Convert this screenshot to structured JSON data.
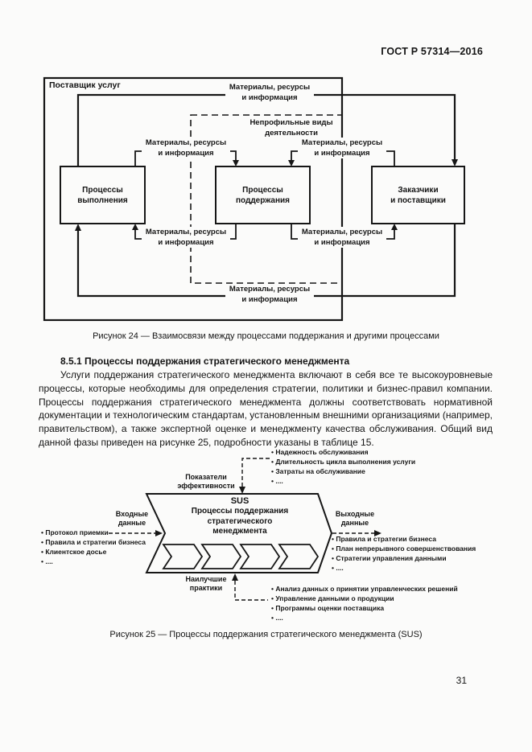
{
  "page": {
    "header": "ГОСТ Р 57314—2016",
    "page_number": "31"
  },
  "figure24": {
    "outer_label": "Поставщик услуг",
    "dashed_label_line1": "Непрофильные виды",
    "dashed_label_line2": "деятельности",
    "flow_label_line1": "Материалы, ресурсы",
    "flow_label_line2": "и информация",
    "box_left_line1": "Процессы",
    "box_left_line2": "выполнения",
    "box_mid_line1": "Процессы",
    "box_mid_line2": "поддержания",
    "box_right_line1": "Заказчики",
    "box_right_line2": "и поставщики",
    "caption": "Рисунок 24 — Взаимосвязи между процессами поддержания и другими процессами"
  },
  "section": {
    "heading": "8.5.1 Процессы поддержания стратегического менеджмента",
    "paragraph": "Услуги поддержания стратегического менеджмента включают в себя все те высокоуровневые процессы, которые необходимы для определения стратегии, политики и бизнес-правил компании. Процессы поддержания стратегического менеджмента должны соответствовать нормативной документации и технологическим стандартам, установленным внешними организациями (например, правительством), а также экспертной оценке и менеджменту качества обслуживания. Общий вид данной фазы приведен на рисунке 25, подробности указаны в таблице 15."
  },
  "figure25": {
    "sus_line1": "SUS",
    "sus_line2": "Процессы поддержания",
    "sus_line3": "стратегического",
    "sus_line4": "менеджмента",
    "label_kpi_line1": "Показатели",
    "label_kpi_line2": "эффективности",
    "label_input_line1": "Входные",
    "label_input_line2": "данные",
    "label_output_line1": "Выходные",
    "label_output_line2": "данные",
    "label_best_line1": "Наилучшие",
    "label_best_line2": "практики",
    "top_bullets": [
      "Надежность обслуживания",
      "Длительность цикла выполнения услуги",
      "Затраты на обслуживание",
      "...."
    ],
    "left_bullets": [
      "Протокол приемки",
      "Правила и стратегии бизнеса",
      "Клиентское досье",
      "...."
    ],
    "right_bullets": [
      "Правила и стратегии бизнеса",
      "План непрерывного совершенствования",
      "Стратегии управления данными",
      "...."
    ],
    "bottom_bullets": [
      "Анализ данных о принятии управленческих решений",
      "Управление данными о продукции",
      "Программы оценки поставщика",
      "...."
    ],
    "caption": "Рисунок 25 — Процессы поддержания стратегического менеджмента (SUS)"
  }
}
